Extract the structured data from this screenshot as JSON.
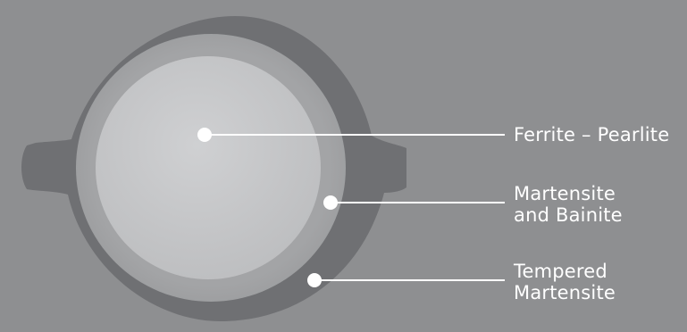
{
  "zones": [
    {
      "id": "ferrite-pearlite",
      "lines": [
        "Ferrite – Pearlite"
      ]
    },
    {
      "id": "martensite-bainite",
      "lines": [
        "Martensite",
        "and Bainite"
      ]
    },
    {
      "id": "tempered-martensite",
      "lines": [
        "Tempered",
        "Martensite"
      ]
    }
  ],
  "colors": {
    "background": "#8e8f91",
    "outer_case": "#6f7073",
    "transition_band": "#9fa0a2",
    "core": "#c3c4c6",
    "callout": "#ffffff"
  }
}
